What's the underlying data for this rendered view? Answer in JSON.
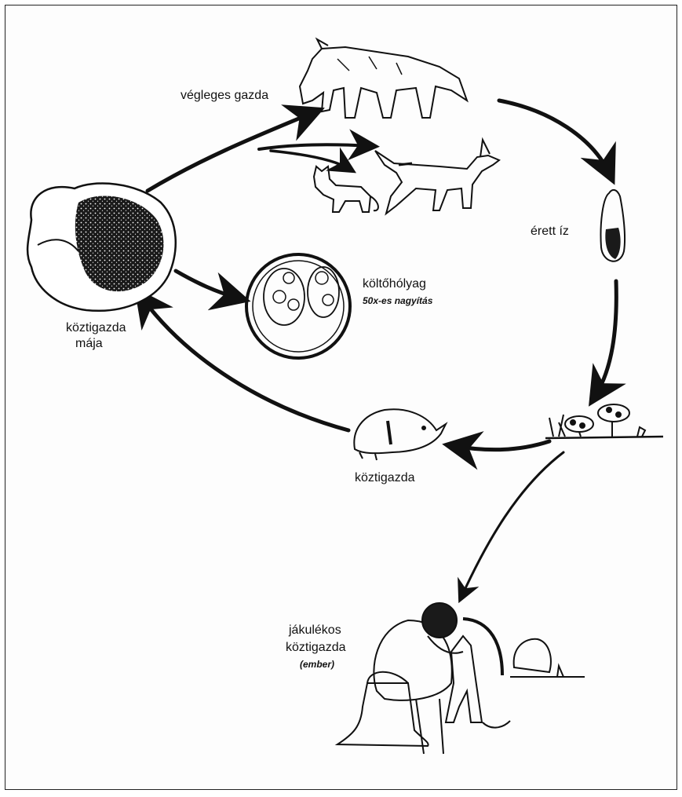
{
  "labels": {
    "definitive_host": "végleges gazda",
    "mature_worm": "érett íz",
    "cyst": "költőhólyag",
    "magnification": "50x-es nagyítás",
    "liver_line1": "köztigazda",
    "liver_line2": "mája",
    "intermediate_host": "köztigazda",
    "accidental_line1": "jákulékos",
    "accidental_line2": "köztigazda",
    "accidental_note": "(ember)"
  },
  "colors": {
    "ink": "#111111",
    "frame": "#222222",
    "background": "#fdfdfd"
  },
  "icons": [
    "wolf-icon",
    "cat-icon",
    "dog-icon",
    "tapeworm-icon",
    "liver-icon",
    "hydatid-cyst-icon",
    "eggs-on-vegetation-icon",
    "rodent-icon",
    "person-with-dog-icon"
  ]
}
